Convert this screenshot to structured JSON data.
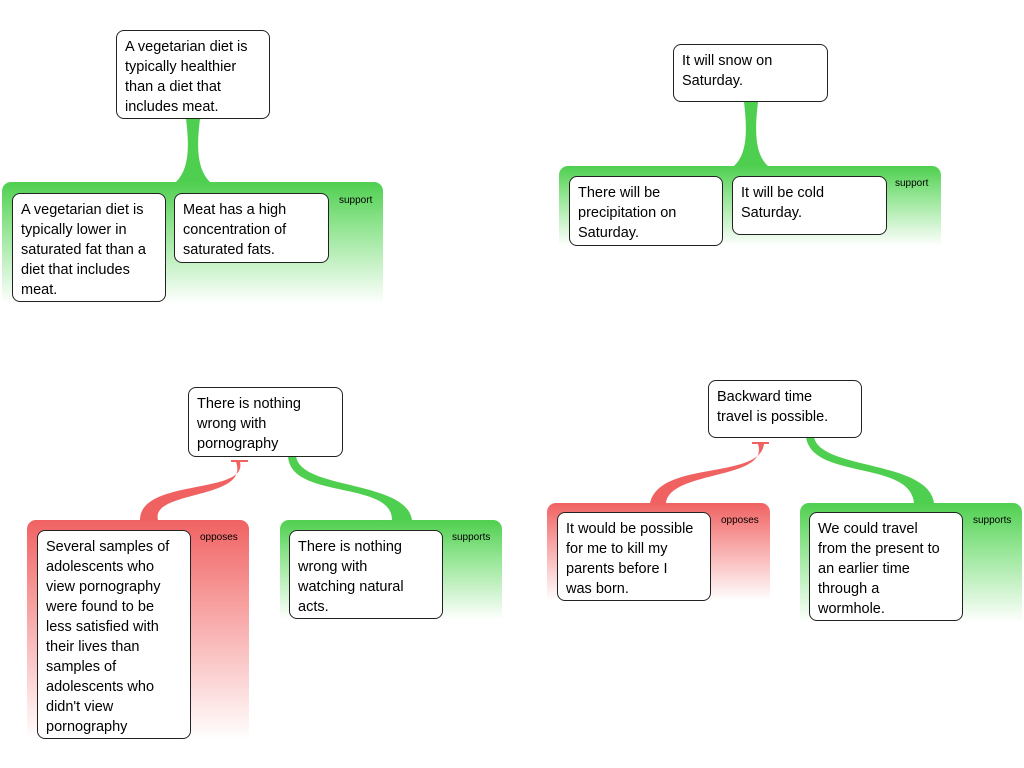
{
  "maps": [
    {
      "claim": "A vegetarian diet is\ntypically healthier\nthan a diet that\nincludes meat.",
      "group_label": "support",
      "reasons": [
        "A vegetarian diet is\ntypically lower in\nsaturated fat than a\ndiet that includes\nmeat.",
        "Meat has a high\nconcentration of\nsaturated fats."
      ]
    },
    {
      "claim": "It will snow on\nSaturday.",
      "group_label": "support",
      "reasons": [
        "There will be\nprecipitation on\nSaturday.",
        "It will be cold\nSaturday."
      ]
    },
    {
      "claim": "There is nothing\nwrong with\npornography",
      "objection_label": "opposes",
      "objection": "Several samples of\nadolescents who\nview pornography\nwere found to be\nless satisfied with\ntheir lives than\nsamples of\nadolescents who\ndidn't view\npornography",
      "support_label": "supports",
      "support": "There is nothing\nwrong with\nwatching natural\nacts."
    },
    {
      "claim": "Backward time\ntravel is possible.",
      "objection_label": "opposes",
      "objection": "It would be possible\nfor me to kill my\nparents before I\nwas born.",
      "support_label": "supports",
      "support": "We could travel\nfrom the present to\nan earlier time\nthrough a\nwormhole."
    }
  ],
  "colors": {
    "support": "#4fcf4f",
    "oppose": "#f06262",
    "box_border": "#222222"
  }
}
